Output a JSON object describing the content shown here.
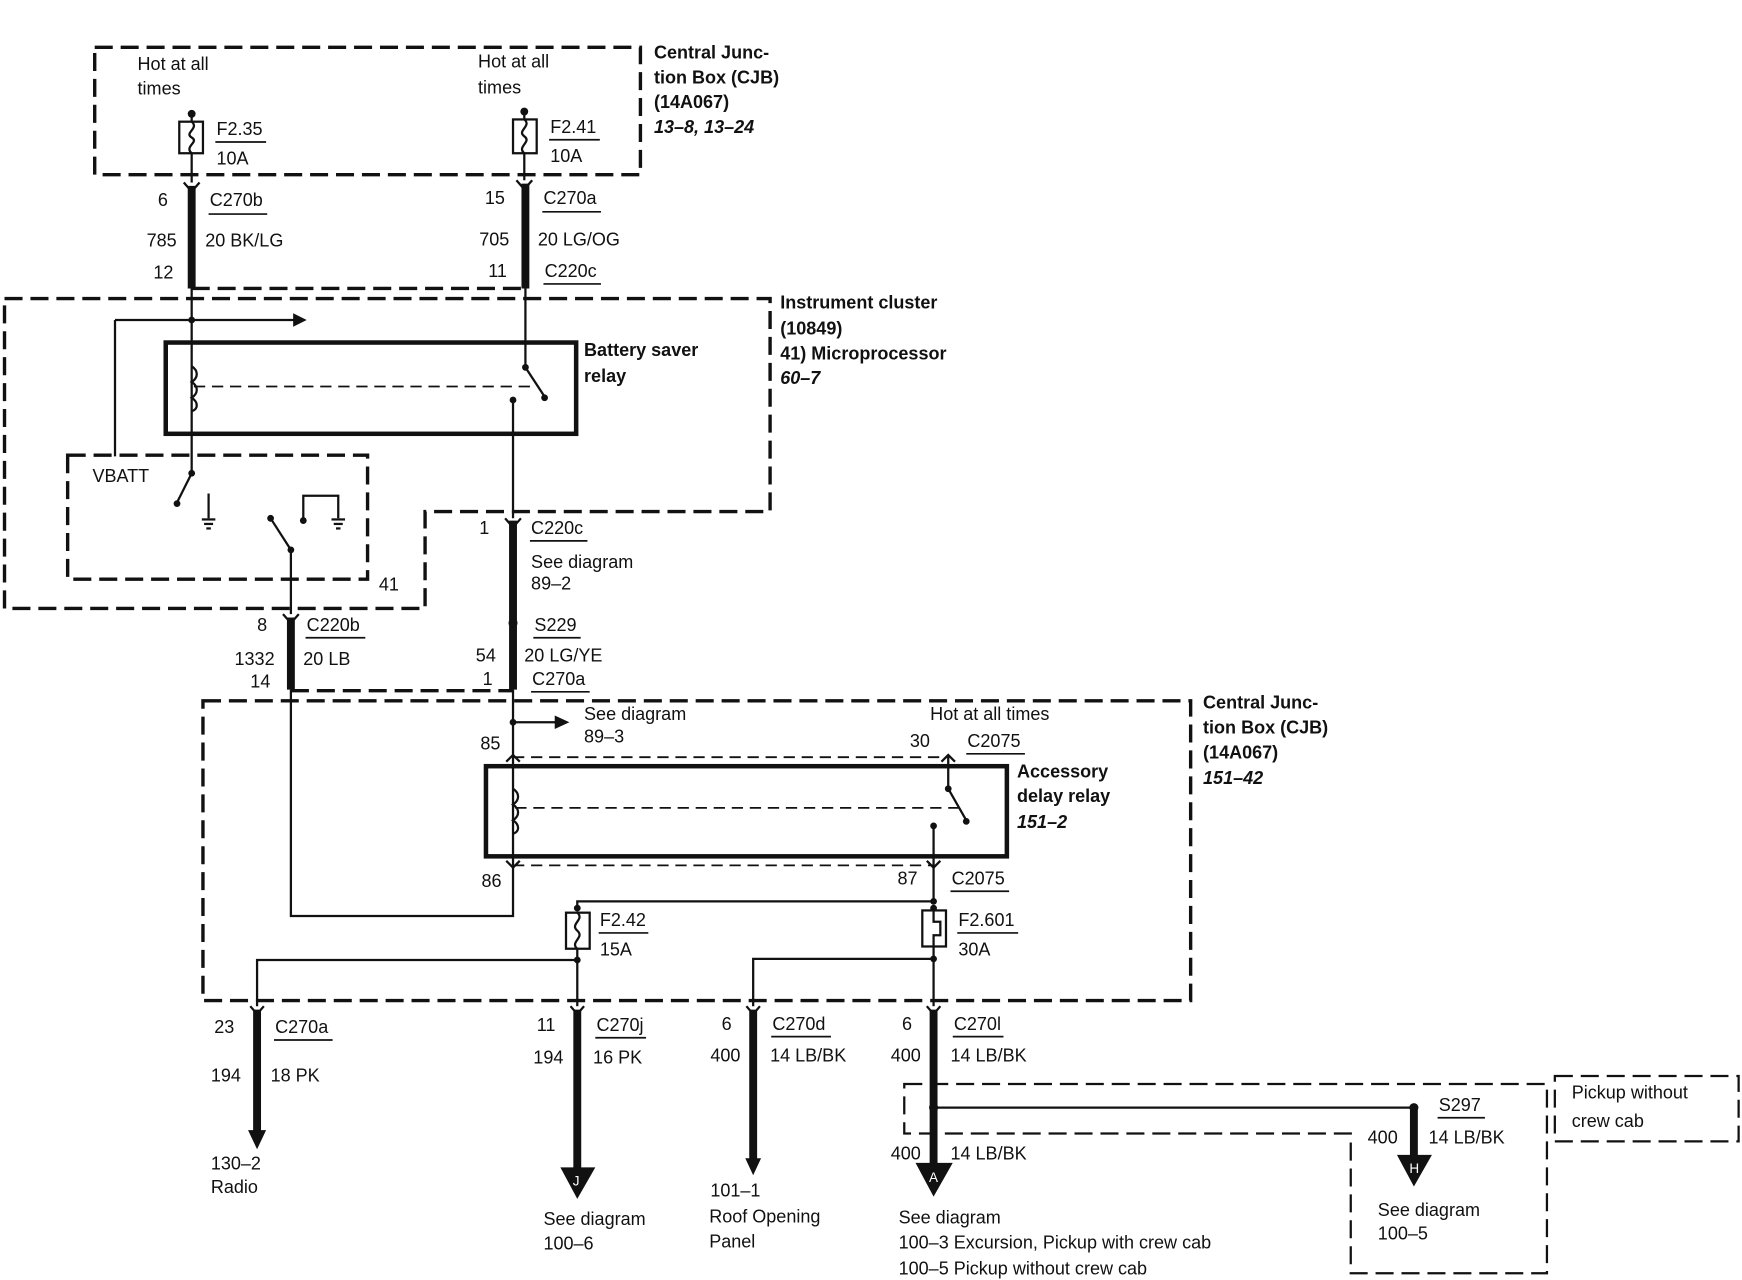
{
  "diagram": {
    "blocks": {
      "cjb_top": {
        "name": "Central Junc-",
        "name2": "tion Box (CJB)",
        "part": "(14A067)",
        "ref": "13–8, 13–24"
      },
      "cluster": {
        "name": "Instrument cluster",
        "part": "(10849)",
        "sub": "41) Microprocessor",
        "ref": "60–7",
        "pin": "41",
        "vbatt": "VBATT"
      },
      "battery_relay": {
        "name": "Battery saver",
        "name2": "relay"
      },
      "cjb_bottom": {
        "name": "Central Junc-",
        "name2": "tion Box (CJB)",
        "part": "(14A067)",
        "ref": "151–42"
      },
      "accessory_relay": {
        "name": "Accessory",
        "name2": "delay relay",
        "ref": "151–2"
      },
      "pickup_box": {
        "line1": "Pickup without",
        "line2": "crew cab"
      }
    },
    "fuses": [
      {
        "id": "F2.35",
        "rating": "10A",
        "supply1": "Hot at all",
        "supply2": "times"
      },
      {
        "id": "F2.41",
        "rating": "10A",
        "supply1": "Hot at all",
        "supply2": "times"
      },
      {
        "id": "F2.42",
        "rating": "15A"
      },
      {
        "id": "F2.601",
        "rating": "30A"
      }
    ],
    "circuits": {
      "left_top": {
        "pin_in": "6",
        "conn_in": "C270b",
        "circuit": "785",
        "wire": "20 BK/LG",
        "pin_out": "12"
      },
      "right_top": {
        "pin_in": "15",
        "conn_in": "C270a",
        "circuit": "705",
        "wire": "20 LG/OG",
        "pin_out": "11",
        "conn_out": "C220c"
      },
      "relay_out": {
        "pin": "1",
        "conn": "C220c",
        "see1": "See diagram",
        "see2": "89–2",
        "splice": "S229",
        "circuit": "54",
        "wire": "20 LG/YE",
        "pin2": "1",
        "conn2": "C270a"
      },
      "left_mid": {
        "pin": "8",
        "conn": "C220b",
        "circuit": "1332",
        "wire": "20 LB",
        "pin2": "14"
      },
      "acc_relay": {
        "pin85": "85",
        "pin86": "86",
        "pin30": "30",
        "pin87": "87",
        "conn30": "C2075",
        "conn87": "C2075",
        "hot": "Hot at all times",
        "see1": "See diagram",
        "see2": "89–3"
      }
    },
    "outputs": [
      {
        "pin": "23",
        "conn": "C270a",
        "circuit": "194",
        "wire": "18 PK",
        "dest1": "130–2",
        "dest2": "Radio"
      },
      {
        "pin": "11",
        "conn": "C270j",
        "circuit": "194",
        "wire": "16 PK",
        "marker": "J",
        "dest1": "See diagram",
        "dest2": "100–6"
      },
      {
        "pin": "6",
        "conn": "C270d",
        "circuit": "400",
        "wire": "14 LB/BK",
        "dest1": "101–1",
        "dest2": "Roof Opening",
        "dest3": "Panel"
      },
      {
        "pin": "6",
        "conn": "C270l",
        "circuit": "400",
        "wire": "14 LB/BK",
        "circuit2": "400",
        "wire2": "14 LB/BK",
        "marker": "A",
        "dest1": "See diagram",
        "dest2": "100–3   Excursion, Pickup with crew cab",
        "dest3": "100–5   Pickup without crew cab"
      },
      {
        "splice": "S297",
        "circuit": "400",
        "wire": "14 LB/BK",
        "marker": "H",
        "dest1": "See diagram",
        "dest2": "100–5"
      }
    ]
  }
}
